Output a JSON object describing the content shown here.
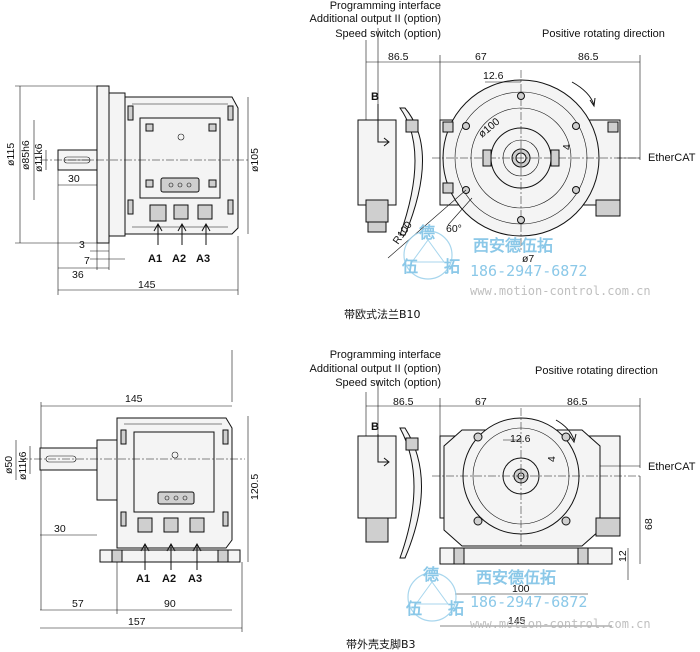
{
  "top": {
    "side": {
      "dims": {
        "d115": "ø115",
        "d85": "ø85h6",
        "d11": "ø11k6",
        "d105": "ø105",
        "l30": "30",
        "l3": "3",
        "l7": "7",
        "l36": "36",
        "l145": "145"
      },
      "connectors": [
        "A1",
        "A2",
        "A3"
      ]
    },
    "front": {
      "labels": {
        "prog": "Programming interface",
        "add": "Additional output II (option)",
        "speed": "Speed switch (option)",
        "pos": "Positive rotating direction",
        "ethercat": "EtherCAT",
        "b": "B"
      },
      "dims": {
        "l86a": "86.5",
        "l67": "67",
        "l86b": "86.5",
        "l126": "12.6",
        "d100": "ø100",
        "l4": "4",
        "r100": "R100",
        "a60": "60°",
        "d7": "ø7"
      }
    },
    "caption": "带欧式法兰B10"
  },
  "bottom": {
    "side": {
      "dims": {
        "l145": "145",
        "d50": "ø50",
        "d11": "ø11k6",
        "l1205": "120.5",
        "l30": "30",
        "l57": "57",
        "l90": "90",
        "l157": "157"
      },
      "connectors": [
        "A1",
        "A2",
        "A3"
      ]
    },
    "front": {
      "labels": {
        "prog": "Programming interface",
        "add": "Additional output II (option)",
        "speed": "Speed switch (option)",
        "pos": "Positive rotating direction",
        "ethercat": "EtherCAT",
        "b": "B"
      },
      "dims": {
        "l86a": "86.5",
        "l67": "67",
        "l86b": "86.5",
        "l126": "12.6",
        "l4": "4",
        "l68": "68",
        "l12": "12",
        "l100": "100",
        "l145": "145"
      }
    },
    "caption": "带外壳支脚B3"
  },
  "watermark": {
    "cn": "西安德伍拓",
    "tel": "186-2947-6872",
    "url": "www.motion-control.com.cn",
    "logo_a": "德",
    "logo_b": "伍",
    "logo_c": "拓"
  }
}
